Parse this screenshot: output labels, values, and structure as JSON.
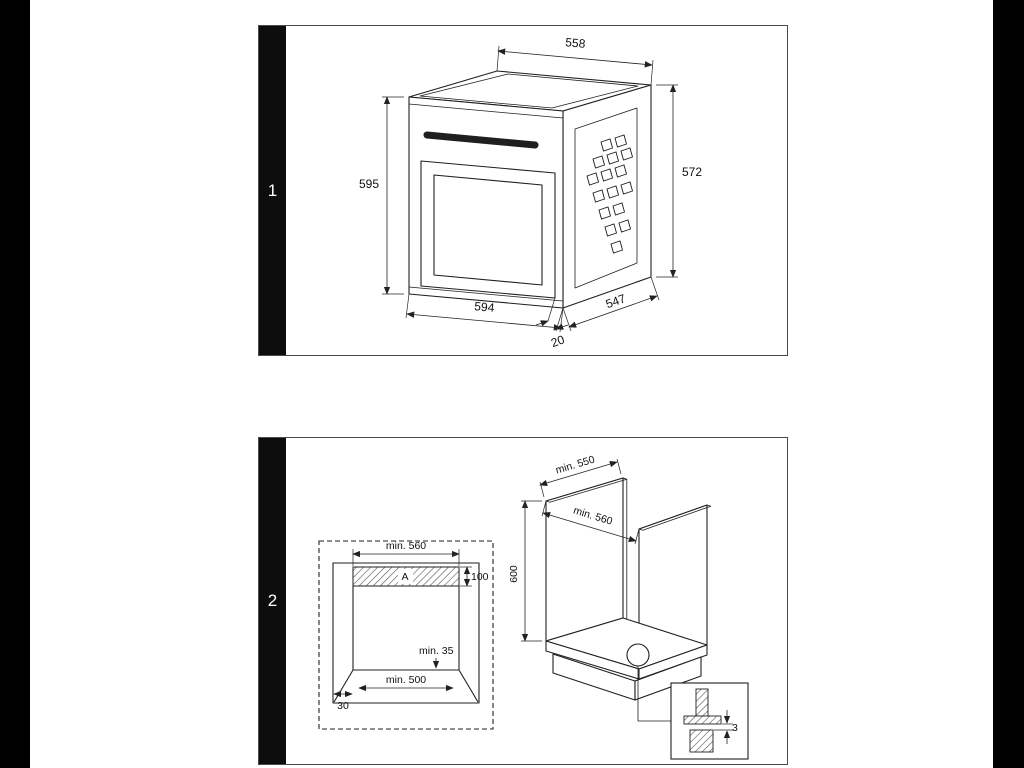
{
  "panel1": {
    "number": "1",
    "dimensions": {
      "top_width": "558",
      "front_height": "595",
      "rear_height": "572",
      "bottom_width": "594",
      "side_depth": "547",
      "door_gap": "20"
    }
  },
  "panel2": {
    "number": "2",
    "niche": {
      "width_top": "min. 560",
      "vent_label": "A",
      "vent_depth": "100",
      "rear_gap": "min. 35",
      "base_width": "min. 500",
      "side_gap": "30"
    },
    "cabinet": {
      "depth": "min. 550",
      "inner_width": "min. 560",
      "height": "600",
      "plinth_gap": "3"
    }
  }
}
